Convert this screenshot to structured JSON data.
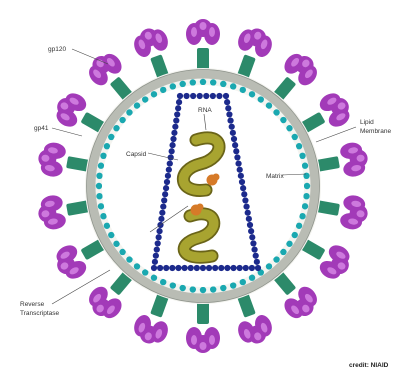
{
  "labels": {
    "gp120": "gp120",
    "gp41": "gp41",
    "rna": "RNA",
    "capsid": "Capsid",
    "lipid_membrane_line1": "Lipid",
    "lipid_membrane_line2": "Membrane",
    "matrix": "Matrix",
    "reverse_transcriptase_line1": "Reverse",
    "reverse_transcriptase_line2": "Transcriptase"
  },
  "credit": "credit: NIAID",
  "colors": {
    "background": "#ffffff",
    "envelope_fill": "#f4f4f0",
    "lipid_ring": "#b9bcb4",
    "lipid_ring_edge": "#8f948c",
    "matrix_beads": "#1aa8b0",
    "capsid_beads": "#1c2a8c",
    "gp120_purple": "#a23ab8",
    "gp120_light": "#d88ae6",
    "gp41_green": "#2c8a6a",
    "rna_olive": "#a8a430",
    "rna_edge": "#6a6418",
    "enzyme_orange": "#d67a28",
    "label_line": "#444444"
  },
  "icons": {
    "spike": "envelope-glycoprotein-spike-icon",
    "enzyme": "reverse-transcriptase-enzyme-icon"
  }
}
